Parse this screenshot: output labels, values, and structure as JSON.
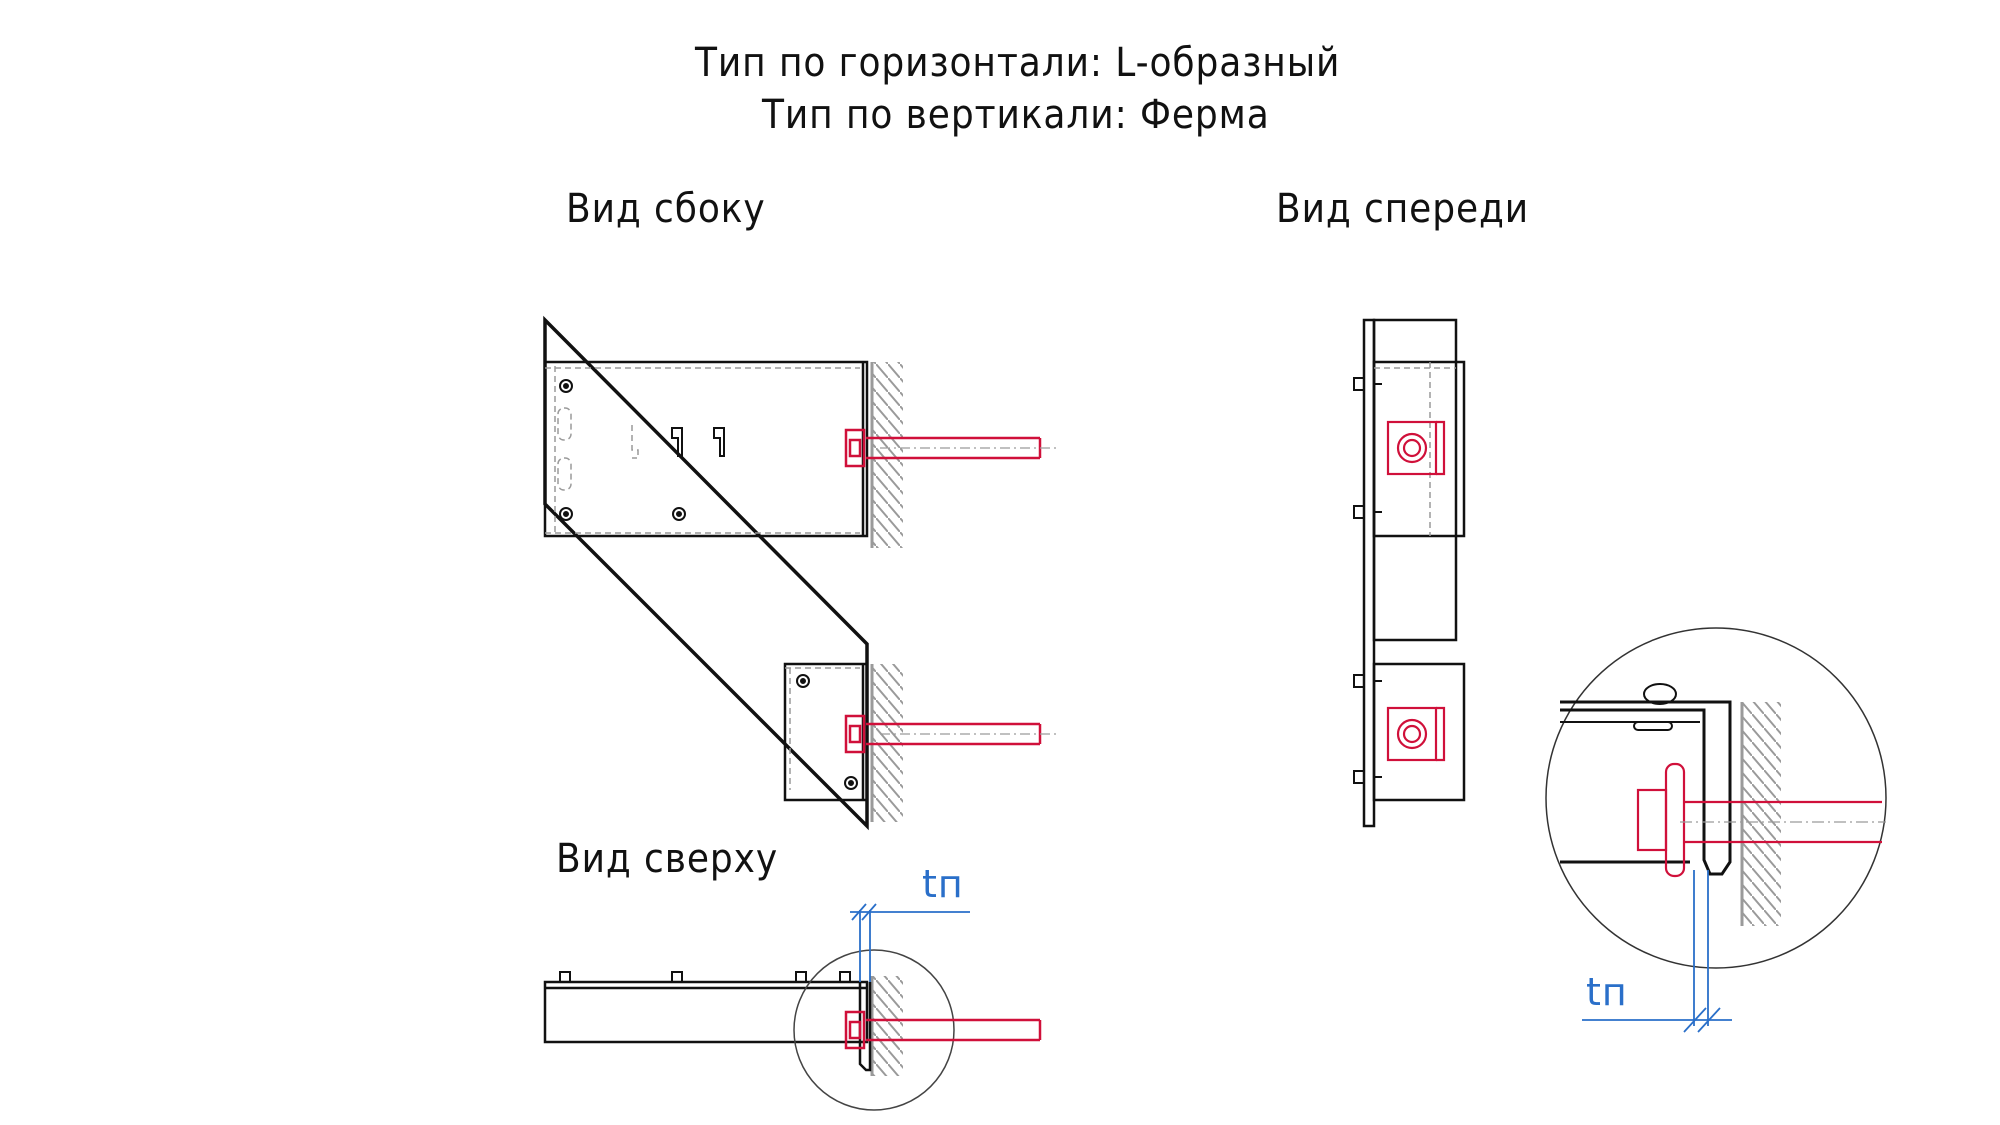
{
  "header": {
    "line1": "Тип по горизонтали: L-образный",
    "line2": "Тип по вертикали: Ферма"
  },
  "views": {
    "side": "Вид сбоку",
    "front": "Вид спереди",
    "top": "Вид сверху"
  },
  "dimensions": {
    "top_view_label": "tп",
    "detail_label": "tп"
  },
  "colors": {
    "line": "#111111",
    "anchor": "#d0103a",
    "dimension": "#2a6fc9",
    "hidden": "#9a9a9a"
  }
}
